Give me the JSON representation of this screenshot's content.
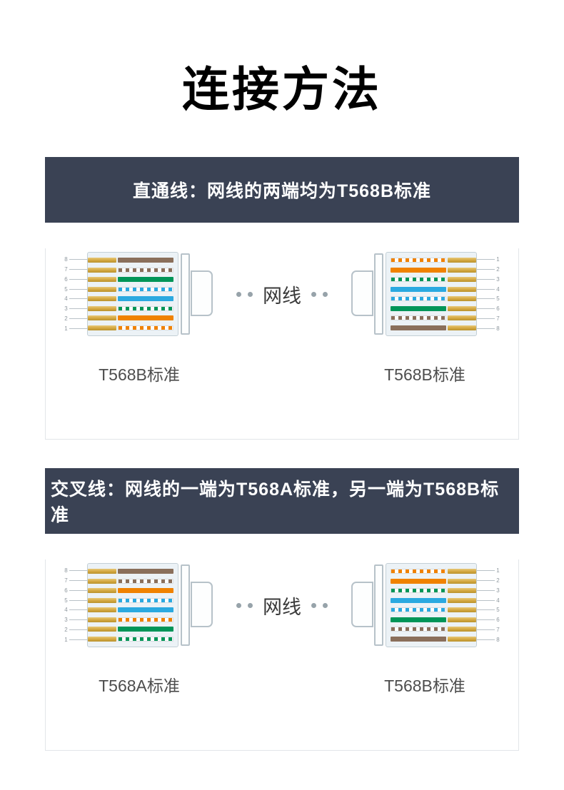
{
  "page": {
    "title": "连接方法"
  },
  "colors": {
    "header_bg": "#3A4254",
    "panel_border": "#E2E5E9",
    "contact_gold": "#D3A73F",
    "connector_body_bg": "#ECF2F6",
    "connector_body_border": "#C3CFD6",
    "dot_color": "#97A3AA",
    "label_text": "#4D4D4D"
  },
  "wire_palette": {
    "orange": {
      "type": "solid",
      "color": "#F08200"
    },
    "orange-white": {
      "type": "striped",
      "color": "#F08200"
    },
    "green": {
      "type": "solid",
      "color": "#009558"
    },
    "green-white": {
      "type": "striped",
      "color": "#009558"
    },
    "blue": {
      "type": "solid",
      "color": "#2BA9E0"
    },
    "blue-white": {
      "type": "striped",
      "color": "#2BA9E0"
    },
    "brown": {
      "type": "solid",
      "color": "#8A6F5B"
    },
    "brown-white": {
      "type": "striped",
      "color": "#8A6F5B"
    }
  },
  "panels": [
    {
      "header": "直通线：网线的两端均为T568B标准",
      "cable_label": "网线",
      "left": {
        "label": "T568B标准",
        "pins": [
          8,
          7,
          6,
          5,
          4,
          3,
          2,
          1
        ],
        "wires": [
          "brown",
          "brown-white",
          "green",
          "blue-white",
          "blue",
          "green-white",
          "orange",
          "orange-white"
        ]
      },
      "right": {
        "label": "T568B标准",
        "pins": [
          1,
          2,
          3,
          4,
          5,
          6,
          7,
          8
        ],
        "wires": [
          "orange-white",
          "orange",
          "green-white",
          "blue",
          "blue-white",
          "green",
          "brown-white",
          "brown"
        ]
      }
    },
    {
      "header": "交叉线：网线的一端为T568A标准，另一端为T568B标准",
      "cable_label": "网线",
      "left": {
        "label": "T568A标准",
        "pins": [
          8,
          7,
          6,
          5,
          4,
          3,
          2,
          1
        ],
        "wires": [
          "brown",
          "brown-white",
          "orange",
          "blue-white",
          "blue",
          "orange-white",
          "green",
          "green-white"
        ]
      },
      "right": {
        "label": "T568B标准",
        "pins": [
          1,
          2,
          3,
          4,
          5,
          6,
          7,
          8
        ],
        "wires": [
          "orange-white",
          "orange",
          "green-white",
          "blue",
          "blue-white",
          "green",
          "brown-white",
          "brown"
        ]
      }
    }
  ]
}
